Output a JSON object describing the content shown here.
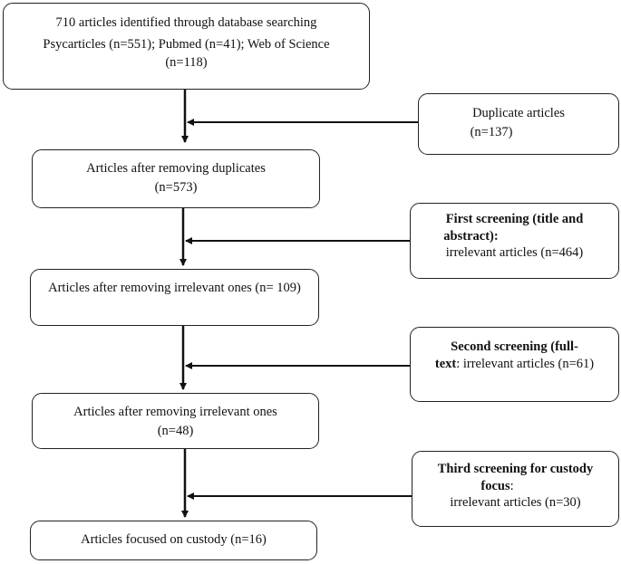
{
  "flow_boxes": [
    {
      "line1": "710 articles identified through database searching",
      "line2": "Psycarticles (n=551); Pubmed (n=41); Web of Science",
      "line3": "(n=118)"
    },
    {
      "line1": "Articles after removing duplicates",
      "line2": "(n=573)"
    },
    {
      "line1": "Articles after removing irrelevant ones (n= 109)"
    },
    {
      "line1": "Articles after removing irrelevant ones",
      "line2": "(n=48)"
    },
    {
      "line1": "Articles focused on custody (n=16)"
    }
  ],
  "side_boxes": [
    {
      "line1": "Duplicate articles",
      "line2": "(n=137)"
    },
    {
      "bold1": "First screening (title and",
      "bold2": "abstract):",
      "line3": "irrelevant articles (n=464)"
    },
    {
      "bold1": "Second screening (full-",
      "bold2": "text",
      "tail2": ": irrelevant articles (n=61)"
    },
    {
      "bold1": "Third screening for custody",
      "bold2": "focus",
      "tail2": ":",
      "line3": "irrelevant articles (n=30)"
    }
  ]
}
